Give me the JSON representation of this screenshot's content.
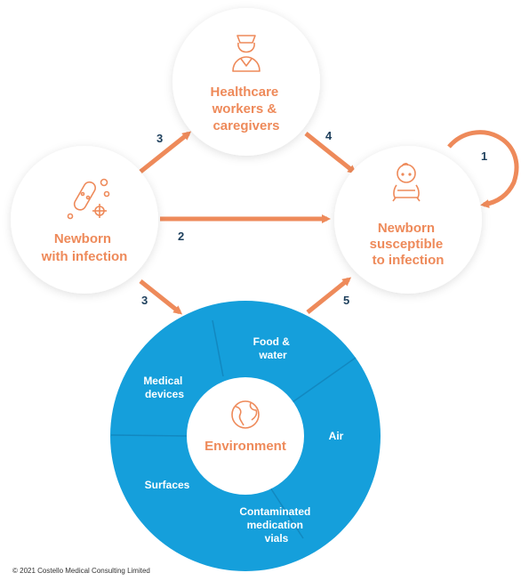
{
  "colors": {
    "accent": "#EE8A5A",
    "node_fill": "#FFFFFF",
    "environment_fill": "#159FDB",
    "number": "#1D3F5C"
  },
  "nodes": {
    "healthcare": {
      "label_lines": [
        "Healthcare",
        "workers &",
        "caregivers"
      ],
      "icon": "nurse-icon"
    },
    "infected": {
      "label_lines": [
        "Newborn",
        "with infection"
      ],
      "icon": "bacteria-icon"
    },
    "susceptible": {
      "label_lines": [
        "Newborn",
        "susceptible",
        "to infection"
      ],
      "icon": "baby-icon"
    }
  },
  "environment": {
    "label": "Environment",
    "icon": "globe-icon",
    "segments": [
      {
        "lines": [
          "Food &",
          "water"
        ]
      },
      {
        "lines": [
          "Air"
        ]
      },
      {
        "lines": [
          "Contaminated",
          "medication",
          "vials"
        ]
      },
      {
        "lines": [
          "Surfaces"
        ]
      },
      {
        "lines": [
          "Medical",
          "devices"
        ]
      }
    ]
  },
  "routes": [
    {
      "number": "1",
      "from": "susceptible",
      "to": "susceptible"
    },
    {
      "number": "2",
      "from": "infected",
      "to": "susceptible"
    },
    {
      "number": "3",
      "from": "infected",
      "to": "healthcare"
    },
    {
      "number": "3",
      "from": "infected",
      "to": "environment"
    },
    {
      "number": "4",
      "from": "healthcare",
      "to": "susceptible"
    },
    {
      "number": "5",
      "from": "environment",
      "to": "susceptible"
    }
  ],
  "footer": {
    "copyright": "© 2021 Costello Medical Consulting Limited"
  }
}
